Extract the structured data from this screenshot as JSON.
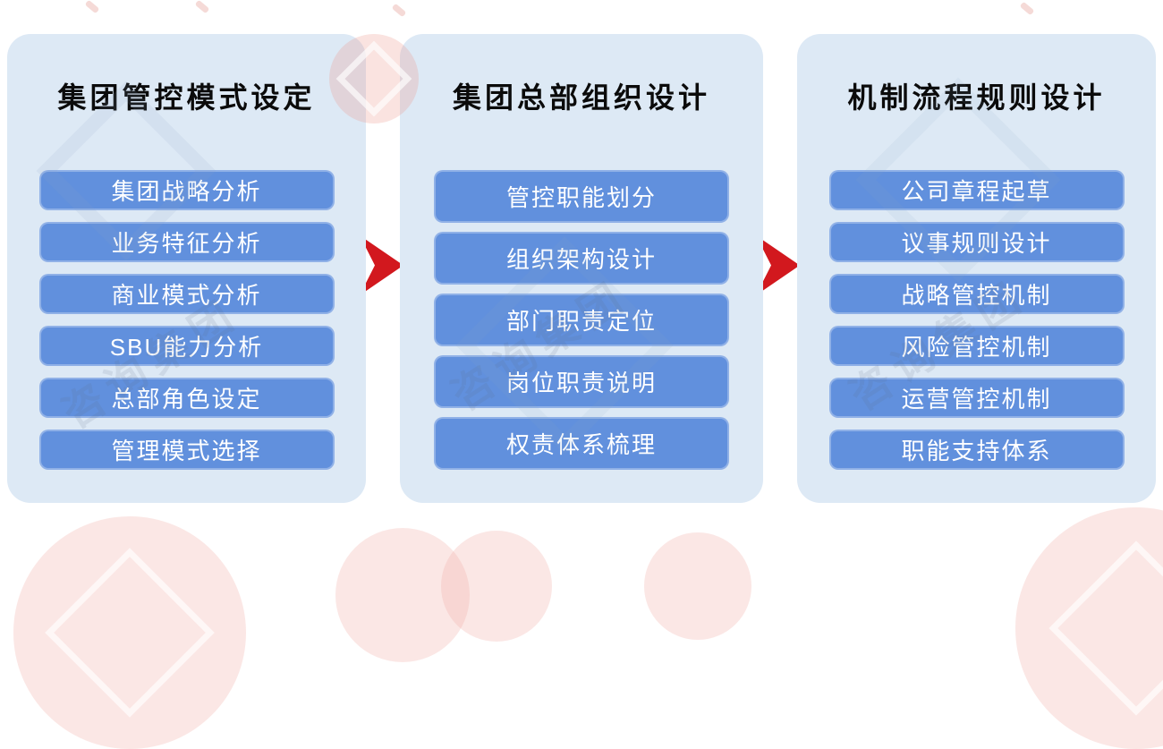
{
  "diagram": {
    "columns": [
      {
        "title": "集团管控模式设定",
        "items": [
          "集团战略分析",
          "业务特征分析",
          "商业模式分析",
          "SBU能力分析",
          "总部角色设定",
          "管理模式选择"
        ]
      },
      {
        "title": "集团总部组织设计",
        "items": [
          "管控职能划分",
          "组织架构设计",
          "部门职责定位",
          "岗位职责说明",
          "权责体系梳理"
        ]
      },
      {
        "title": "机制流程规则设计",
        "items": [
          "公司章程起草",
          "议事规则设计",
          "战略管控机制",
          "风险管控机制",
          "运营管控机制",
          "职能支持体系"
        ]
      }
    ],
    "colors": {
      "panel_bg": "#dde9f5",
      "item_bg": "#6190dd",
      "item_text": "#ffffff",
      "title_text": "#0b0b0b",
      "arrow_red": "#d2181e"
    },
    "watermark": {
      "text": "咨询集团"
    }
  }
}
